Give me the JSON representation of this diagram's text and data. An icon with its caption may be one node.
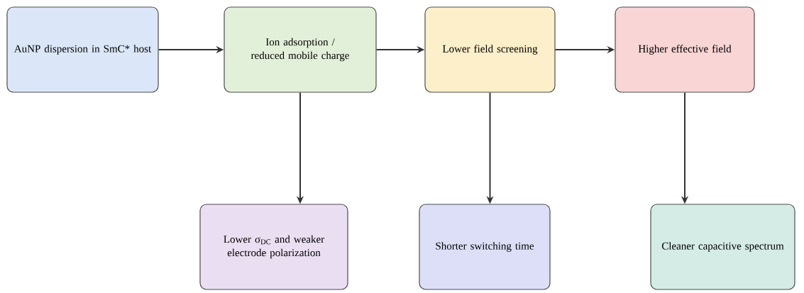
{
  "diagram": {
    "nodes": [
      {
        "text": [
          "AuNP dispersion in SmC* host"
        ]
      },
      {
        "text": [
          "Ion adsorption / reduced mobile charge"
        ]
      },
      {
        "text": [
          "Lower field screening"
        ]
      },
      {
        "text": [
          "Higher effective field"
        ]
      },
      {
        "text": [
          "Lower σ$_{DC}$ and weaker electrode polarization"
        ]
      },
      {
        "text": [
          "Shorter switching time"
        ]
      },
      {
        "text": [
          "Cleaner capacitive spectrum"
        ]
      }
    ],
    "edges": [
      {
        "from": 0,
        "to": 1,
        "arrow": "to"
      },
      {
        "from": 1,
        "to": 2,
        "arrow": "to"
      },
      {
        "from": 2,
        "to": 3,
        "arrow": "to"
      },
      {
        "from": 1,
        "to": 4,
        "arrow": "to"
      },
      {
        "from": 2,
        "to": 5,
        "arrow": "to"
      },
      {
        "from": 3,
        "to": 6,
        "arrow": "to"
      }
    ]
  }
}
